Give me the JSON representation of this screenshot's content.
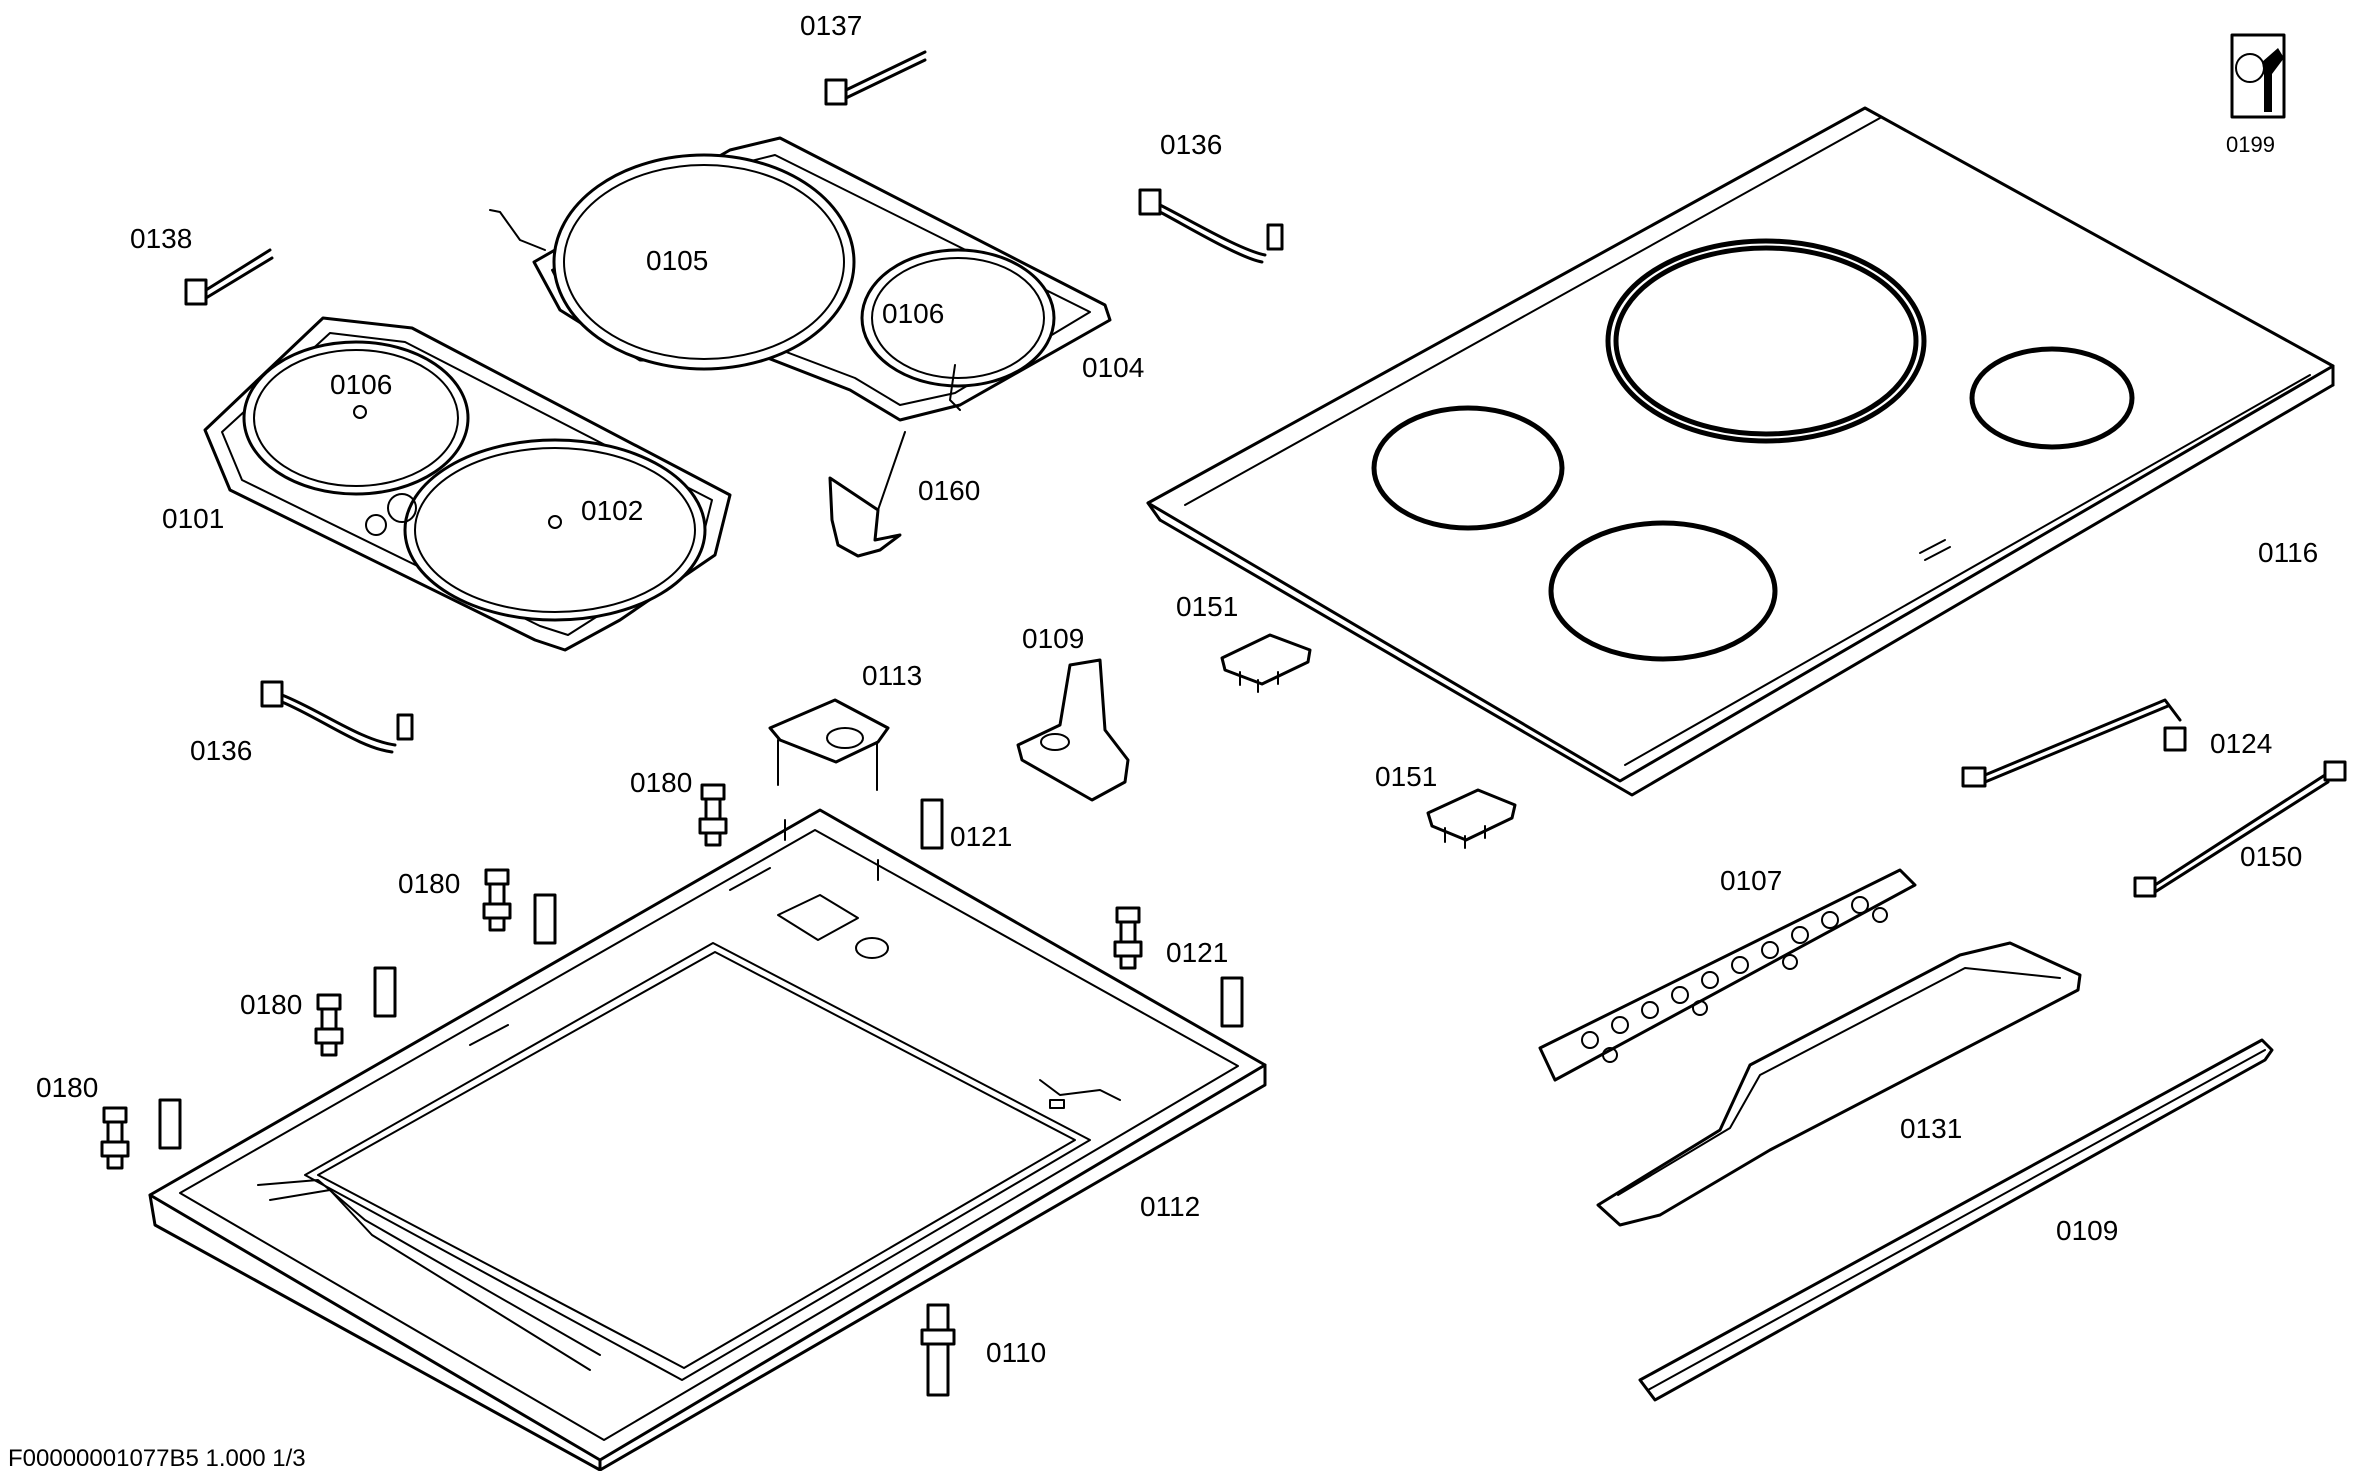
{
  "diagram": {
    "parts": [
      {
        "number": "0101"
      },
      {
        "number": "0102"
      },
      {
        "number": "0104"
      },
      {
        "number": "0105"
      },
      {
        "number": "0106"
      },
      {
        "number": "0106"
      },
      {
        "number": "0107"
      },
      {
        "number": "0109"
      },
      {
        "number": "0109"
      },
      {
        "number": "0110"
      },
      {
        "number": "0112"
      },
      {
        "number": "0113"
      },
      {
        "number": "0116"
      },
      {
        "number": "0121"
      },
      {
        "number": "0121"
      },
      {
        "number": "0124"
      },
      {
        "number": "0131"
      },
      {
        "number": "0136"
      },
      {
        "number": "0136"
      },
      {
        "number": "0137"
      },
      {
        "number": "0138"
      },
      {
        "number": "0150"
      },
      {
        "number": "0151"
      },
      {
        "number": "0151"
      },
      {
        "number": "0160"
      },
      {
        "number": "0180"
      },
      {
        "number": "0180"
      },
      {
        "number": "0180"
      },
      {
        "number": "0180"
      },
      {
        "number": "0199"
      }
    ],
    "footer": "F00000001077B5   1.000   1/3",
    "tool_icon": "wrench-nut-icon"
  }
}
